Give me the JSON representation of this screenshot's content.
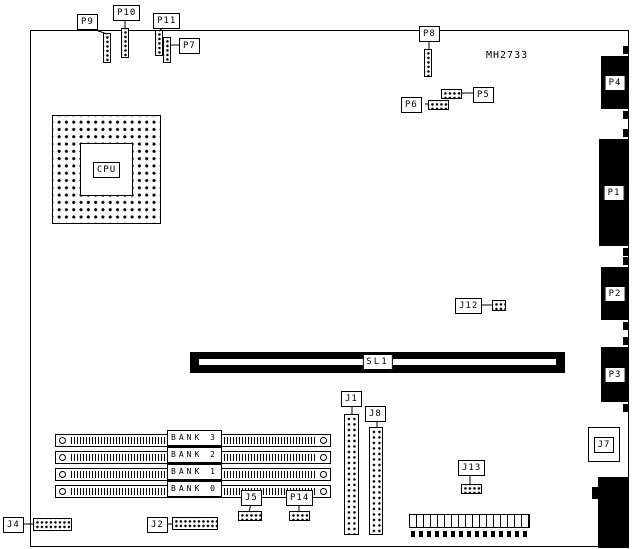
{
  "diagram": {
    "part_number": "MH2733",
    "cpu_label": "CPU",
    "slot_label": "SL1",
    "memory_banks": [
      {
        "label": "BANK 3"
      },
      {
        "label": "BANK 2"
      },
      {
        "label": "BANK 1"
      },
      {
        "label": "BANK 0"
      }
    ],
    "connector_labels": {
      "P1": "P1",
      "P2": "P2",
      "P3": "P3",
      "P4": "P4",
      "P5": "P5",
      "P6": "P6",
      "P7": "P7",
      "P8": "P8",
      "P9": "P9",
      "P10": "P10",
      "P11": "P11",
      "P14": "P14",
      "J1": "J1",
      "J2": "J2",
      "J4": "J4",
      "J5": "J5",
      "J7": "J7",
      "J8": "J8",
      "J12": "J12",
      "J13": "J13"
    },
    "colors": {
      "line": "#000000",
      "background": "#ffffff",
      "connector_fill": "#000000"
    }
  }
}
